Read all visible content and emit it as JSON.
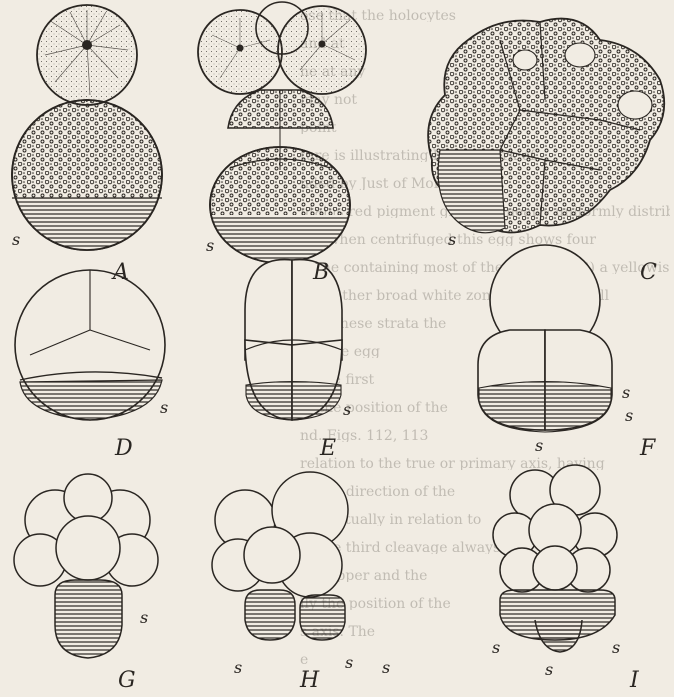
{
  "figure": {
    "panel_labels": [
      "A",
      "B",
      "C",
      "D",
      "E",
      "F",
      "G",
      "H",
      "I"
    ],
    "s_label": "s"
  },
  "background_text": [
    "ose that the holocytes",
    "and at",
    "ne at any",
    "may not",
    "point",
    "ture is illustrating by the work of",
    "nded by Just of Morgan and",
    "ntains red pigment granules nearly uniformly distributed.",
    "hat when centrifuged this egg shows four",
    "d one containing most of the pigment, (2) a yellowish",
    "), a rather broad white zone and (4) a small",
    "ex). These strata the",
    "ion the egg",
    "in the first",
    "to the position of the",
    "nd. Figs. 112, 113",
    "relation to the true or primary axis, having",
    "to the direction of the",
    "ave actually in relation to",
    "at the third cleavage always",
    "the upper and the",
    "lly the position of the",
    "s axis. The",
    "e"
  ]
}
